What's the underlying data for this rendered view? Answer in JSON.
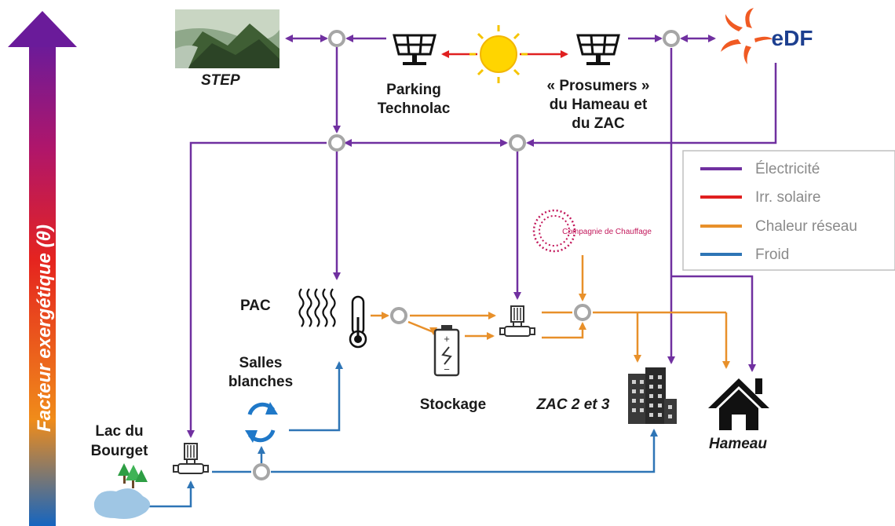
{
  "axis": {
    "label": "Facteur exergétique (θ)"
  },
  "nodes": {
    "step": "STEP",
    "parking": [
      "Parking",
      "Technolac"
    ],
    "prosumers": [
      "« Prosumers »",
      "du Hameau et",
      "du ZAC"
    ],
    "edf_logo": "eDF",
    "compagnie": "Compagnie de Chauffage",
    "pac": "PAC",
    "salles": [
      "Salles",
      "blanches"
    ],
    "stockage": "Stockage",
    "zac": "ZAC 2 et 3",
    "hameau": "Hameau",
    "lac": [
      "Lac du",
      "Bourget"
    ]
  },
  "legend": [
    {
      "label": "Électricité",
      "color": "#7030a0"
    },
    {
      "label": "Irr. solaire",
      "color": "#e02020"
    },
    {
      "label": "Chaleur réseau",
      "color": "#e8902a"
    },
    {
      "label": "Froid",
      "color": "#2e75b6"
    }
  ],
  "colors": {
    "electricity": "#7030a0",
    "solar": "#e02020",
    "heat": "#e8902a",
    "cold": "#2e75b6",
    "hub": "#a6a6a6"
  }
}
